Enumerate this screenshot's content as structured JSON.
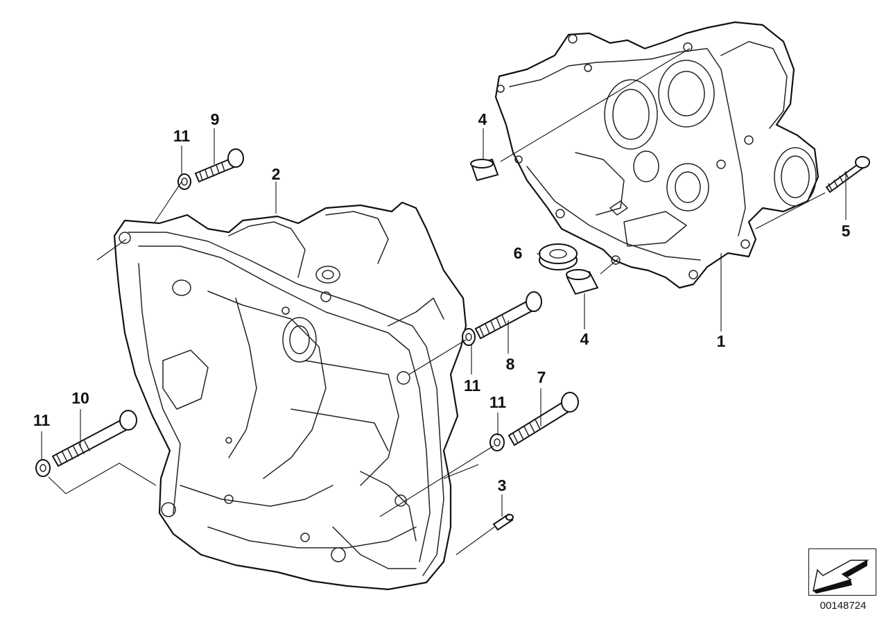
{
  "callouts": [
    {
      "id": "c1",
      "text": "1"
    },
    {
      "id": "c2",
      "text": "2"
    },
    {
      "id": "c3",
      "text": "3"
    },
    {
      "id": "c4a",
      "text": "4"
    },
    {
      "id": "c4b",
      "text": "4"
    },
    {
      "id": "c5",
      "text": "5"
    },
    {
      "id": "c6",
      "text": "6"
    },
    {
      "id": "c7",
      "text": "7"
    },
    {
      "id": "c8",
      "text": "8"
    },
    {
      "id": "c9",
      "text": "9"
    },
    {
      "id": "c10",
      "text": "10"
    },
    {
      "id": "c11a",
      "text": "11"
    },
    {
      "id": "c11b",
      "text": "11"
    },
    {
      "id": "c11c",
      "text": "11"
    },
    {
      "id": "c11d",
      "text": "11"
    }
  ],
  "drawing_number": "00148724",
  "nav_icon": "arrow-left-down-icon",
  "colors": {
    "line": "#111111",
    "background": "#ffffff"
  }
}
